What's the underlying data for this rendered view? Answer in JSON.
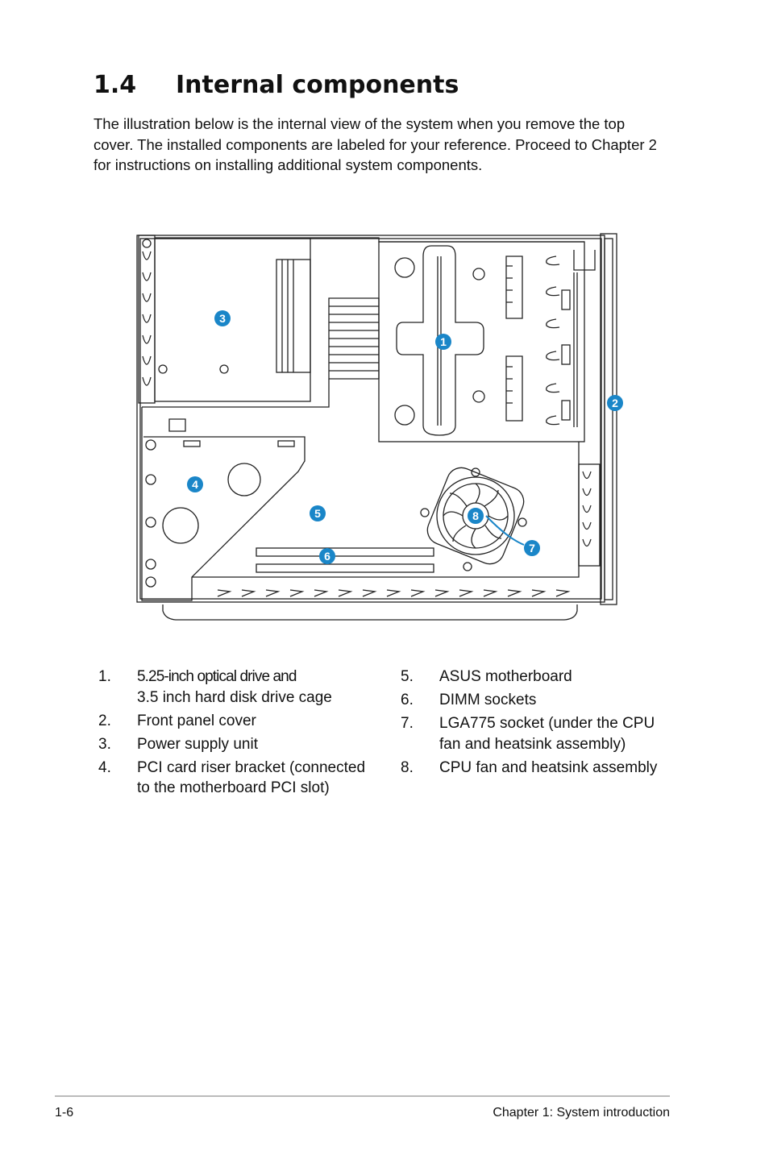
{
  "section": {
    "number": "1.4",
    "title": "Internal components"
  },
  "intro": "The illustration below is the internal view of the system when you remove the top cover. The installed components are labeled for your reference. Proceed to Chapter 2 for instructions on installing additional system components.",
  "callouts": [
    "1",
    "2",
    "3",
    "4",
    "5",
    "6",
    "7",
    "8"
  ],
  "colors": {
    "callout": "#1a86c8",
    "line": "#222222"
  },
  "legend_left": [
    {
      "num": "1.",
      "lines": [
        "5.25-inch optical drive and",
        "3.5 inch hard disk drive cage"
      ]
    },
    {
      "num": "2.",
      "lines": [
        "Front panel cover"
      ]
    },
    {
      "num": "3.",
      "lines": [
        "Power supply unit"
      ]
    },
    {
      "num": "4.",
      "lines": [
        "PCI card riser bracket (connected",
        "to the motherboard PCI slot)"
      ]
    }
  ],
  "legend_right": [
    {
      "num": "5.",
      "lines": [
        "ASUS motherboard"
      ]
    },
    {
      "num": "6.",
      "lines": [
        "DIMM sockets"
      ]
    },
    {
      "num": "7.",
      "lines": [
        "LGA775 socket (under the CPU",
        "fan and heatsink assembly)"
      ]
    },
    {
      "num": "8.",
      "lines": [
        "CPU fan and heatsink assembly"
      ]
    }
  ],
  "footer": {
    "page": "1-6",
    "chapter": "Chapter 1: System introduction"
  }
}
